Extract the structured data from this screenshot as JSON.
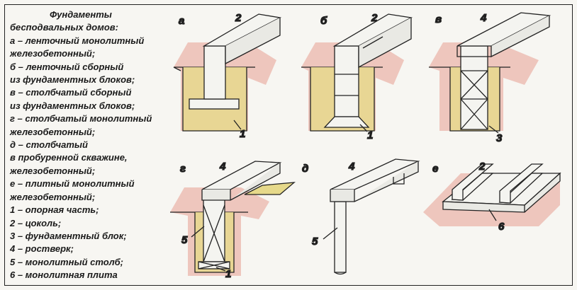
{
  "legend": {
    "lines": [
      "Фундаменты",
      "бесподвальных домов:",
      "а – ленточный монолитный",
      "железобетонный;",
      "б – ленточный сборный",
      "из фундаментных блоков;",
      "в – столбчатый сборный",
      "из фундаментных блоков;",
      "г – столбчатый монолитный",
      "железобетонный;",
      "д – столбчатый",
      "в пробуренной скважине,",
      "железобетонный;",
      "е – плитный монолитный",
      "железобетонный;",
      "1 – опорная часть;",
      "2 – цоколь;",
      "3 – фундаментный блок;",
      "4 – ростверк;",
      "5 – монолитный столб;",
      "6 – монолитная плита"
    ]
  },
  "panels": {
    "a": {
      "letter": "а",
      "callouts": [
        "2",
        "1"
      ]
    },
    "b": {
      "letter": "б",
      "callouts": [
        "2",
        "1"
      ]
    },
    "v": {
      "letter": "в",
      "callouts": [
        "4",
        "3"
      ]
    },
    "g": {
      "letter": "г",
      "callouts": [
        "4",
        "5",
        "1"
      ]
    },
    "d": {
      "letter": "д",
      "callouts": [
        "4",
        "5"
      ]
    },
    "e": {
      "letter": "е",
      "callouts": [
        "2",
        "6"
      ]
    }
  },
  "colors": {
    "soil": "#eec6bd",
    "sand": "#e6d98a",
    "concrete": "#f4f4f0",
    "line": "#222222"
  }
}
